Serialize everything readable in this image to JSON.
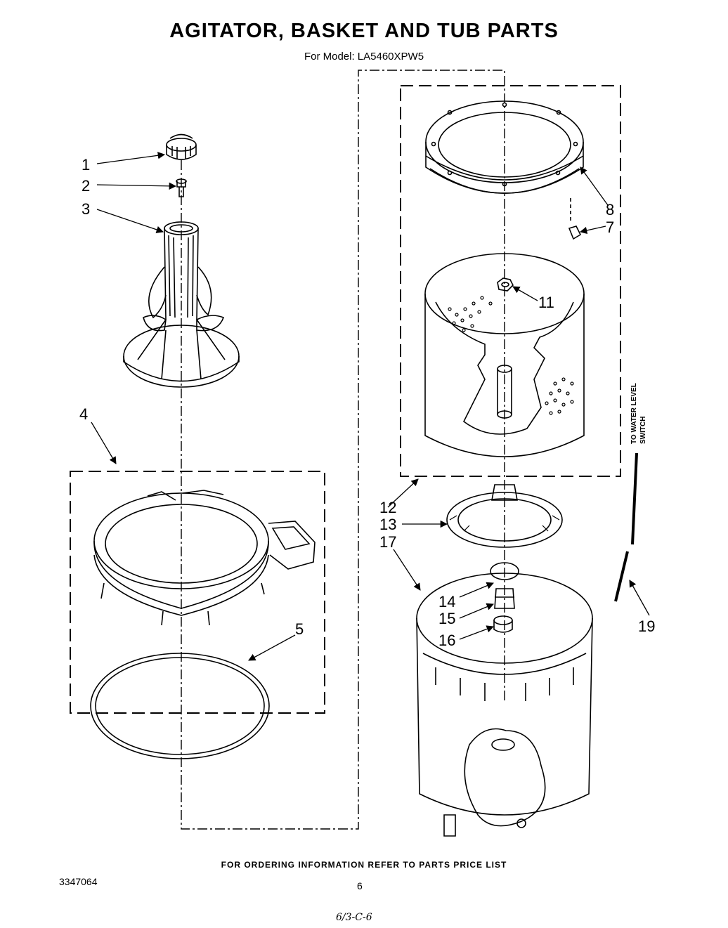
{
  "title": "AGITATOR, BASKET AND TUB PARTS",
  "model_line": "For Model: LA5460XPW5",
  "footer": "FOR ORDERING INFORMATION REFER TO PARTS PRICE LIST",
  "doc_number": "3347064",
  "page_number": "6",
  "handwritten_note": "6/3-C-6",
  "side_label_1": "TO WATER LEVEL",
  "side_label_2": "SWITCH",
  "callouts": {
    "c1": "1",
    "c2": "2",
    "c3": "3",
    "c4": "4",
    "c5": "5",
    "c7": "7",
    "c8": "8",
    "c11": "11",
    "c12": "12",
    "c13": "13",
    "c14": "14",
    "c15": "15",
    "c16": "16",
    "c17": "17",
    "c19": "19"
  }
}
